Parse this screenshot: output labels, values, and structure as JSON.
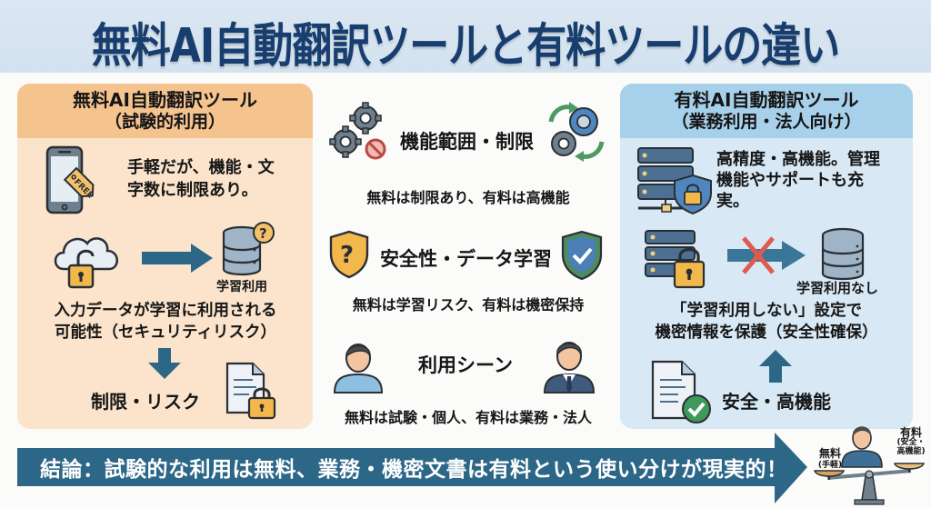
{
  "header": {
    "title": "無料AI自動翻訳ツールと有料ツールの違い"
  },
  "left_panel": {
    "title": "無料AI自動翻訳ツール",
    "subtitle": "（試験的利用）",
    "point1": {
      "icon": "smartphone-free-tag-icon",
      "tag_label": "FREE",
      "text_line1": "手軽だが、機能・文",
      "text_line2": "字数に制限あり。"
    },
    "flow": {
      "from_icon": "cloud-unlocked-icon",
      "to_icon": "database-question-icon",
      "to_label": "学習利用",
      "desc_line1": "入力データが学習に利用される",
      "desc_line2": "可能性（セキュリティリスク）"
    },
    "result": {
      "label": "制限・リスク",
      "icon": "document-lock-icon"
    }
  },
  "center": {
    "items": [
      {
        "title": "機能範囲・制限",
        "left_icon": "gears-prohibited-icon",
        "right_icon": "gears-cycle-icon",
        "summary": "無料は制限あり、有料は高機能"
      },
      {
        "title": "安全性・データ学習",
        "left_icon": "shield-question-icon",
        "right_icon": "shield-check-icon",
        "summary": "無料は学習リスク、有料は機密保持"
      },
      {
        "title": "利用シーン",
        "left_icon": "casual-person-icon",
        "right_icon": "business-person-icon",
        "summary": "無料は試験・個人、有料は業務・法人"
      }
    ]
  },
  "right_panel": {
    "title": "有料AI自動翻訳ツール",
    "subtitle": "（業務利用・法人向け）",
    "point1": {
      "icon": "server-shield-lock-icon",
      "text_line1": "高精度・高機能。管理",
      "text_line2": "機能やサポートも充",
      "text_line3": "実。"
    },
    "flow": {
      "from_icon": "server-lock-icon",
      "blocked_icon": "red-x-icon",
      "to_icon": "database-icon",
      "to_label": "学習利用なし",
      "desc_line1": "「学習利用しない」設定で",
      "desc_line2": "機密情報を保護（安全性確保）"
    },
    "result": {
      "label": "安全・高機能",
      "icon": "document-check-icon"
    }
  },
  "conclusion": {
    "text": "結論：試験的な利用は無料、業務・機密文書は有料という使い分けが現実的！",
    "scale": {
      "left_label": "無料",
      "left_sub": "(手軽)",
      "right_label": "有料",
      "right_sub_line1": "(安全・",
      "right_sub_line2": "高機能)"
    }
  },
  "colors": {
    "title": "#173e6e",
    "free_header": "#f5c38e",
    "free_body": "#fbe4cb",
    "paid_header": "#a7d0ea",
    "paid_body": "#d8e8f4",
    "arrow_blue": "#2d6788",
    "lock_yellow": "#f2b84b",
    "check_green": "#3d9a5a",
    "cross_red": "#e05a4f"
  }
}
